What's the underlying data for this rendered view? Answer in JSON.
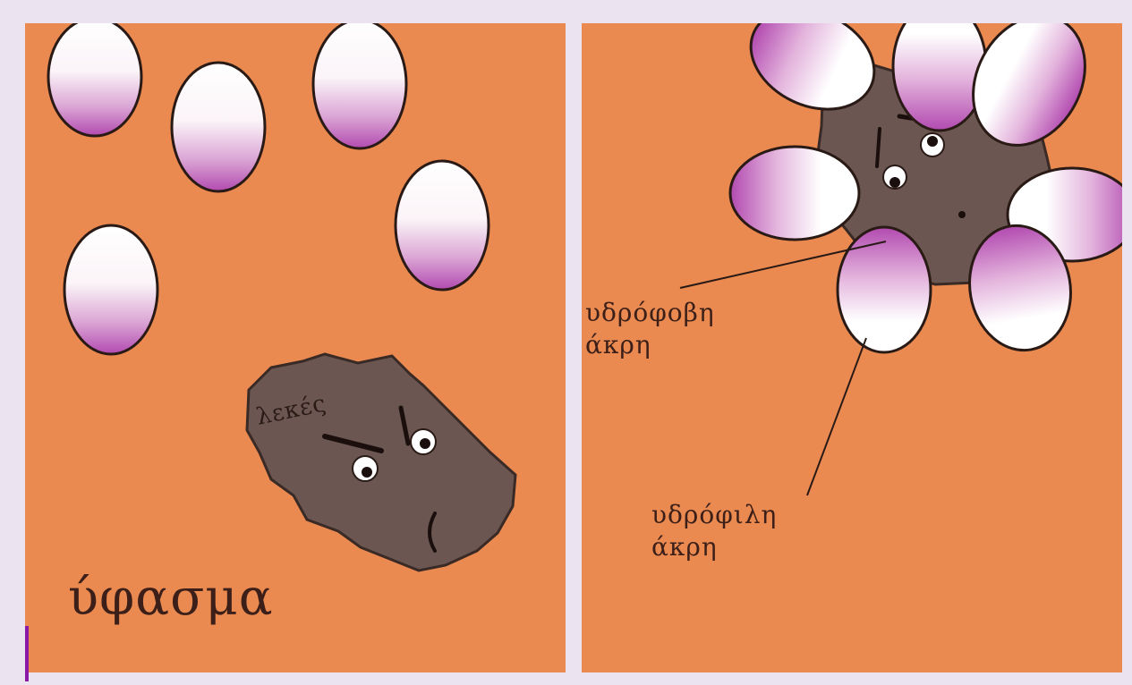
{
  "colors": {
    "background": "#ece3f1",
    "panel": "#ea8a50",
    "head_white": "#ffffff",
    "head_purple": "#b24ab0",
    "stain": "#6b5652",
    "ink": "#3b1f18",
    "accent": "#8a1aa5"
  },
  "left_panel": {
    "fabric_label": "ύφασμα",
    "stain_label": "λεκές"
  },
  "right_panel": {
    "hydrophobic_line1": "υδρόφοβη",
    "hydrophobic_line2": "άκρη",
    "hydrophilic_line1": "υδρόφιλη",
    "hydrophilic_line2": "άκρη"
  }
}
